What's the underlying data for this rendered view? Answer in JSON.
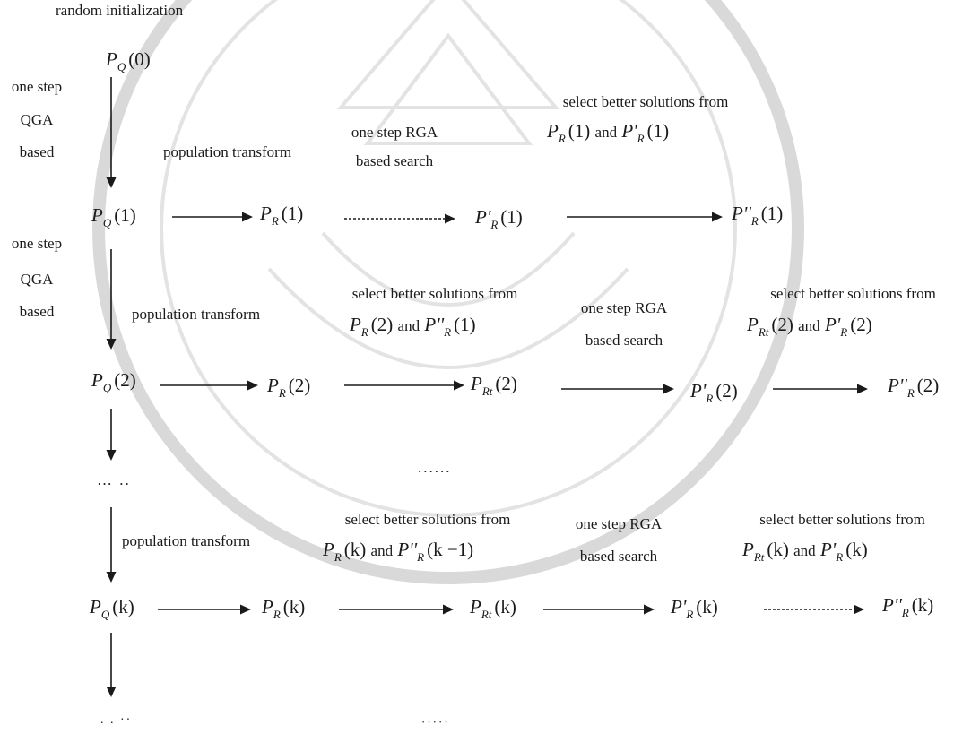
{
  "colors": {
    "ink": "#1a1a1a",
    "watermark": "#d9d9d9"
  },
  "labels": {
    "random_init": "random initialization",
    "one_step": "one step",
    "qga": "QGA",
    "based": "based",
    "pop_transform": "population transform",
    "rga_line1": "one step RGA",
    "rga_line2": "based search",
    "select_line1": "select better solutions from",
    "and": "and"
  },
  "symbols": {
    "P": "P",
    "P1": "P'",
    "P2": "P''",
    "Q": "Q",
    "R": "R",
    "Rt": "Rt",
    "a0": "(0)",
    "a1": "(1)",
    "a2": "(2)",
    "ak": "(k)",
    "akm1": "(k −1)"
  },
  "ellipsis": {
    "left1": "… ..",
    "mid1": "......",
    "left2": ". . ··",
    "mid2": "·····"
  }
}
